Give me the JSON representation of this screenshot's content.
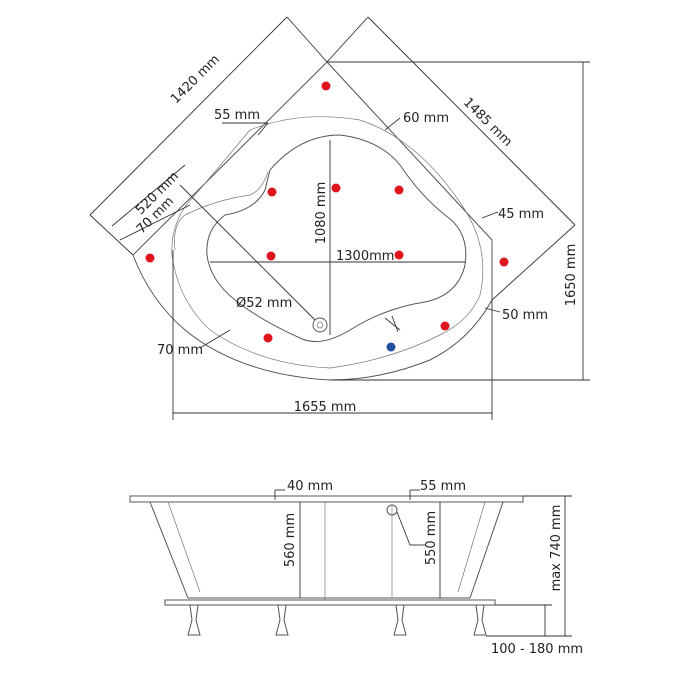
{
  "dimensions": {
    "top_view": {
      "d1420": "1420 mm",
      "d1485": "1485 mm",
      "d55": "55 mm",
      "d60": "60 mm",
      "d520": "520 mm",
      "d70a": "70 mm",
      "d45": "45 mm",
      "d1080": "1080 mm",
      "d1300": "1300mm",
      "d1650": "1650 mm",
      "d52": "Ø52 mm",
      "d50": "50 mm",
      "d70b": "70 mm",
      "d1655": "1655 mm"
    },
    "side_view": {
      "d40": "40 mm",
      "d55": "55 mm",
      "d560": "560 mm",
      "d550": "550 mm",
      "dmax740": "max 740 mm",
      "dlegs": "100 - 180 mm"
    }
  },
  "colors": {
    "jet": "#e0141c",
    "air": "#1f4e9c",
    "outline": "#555555"
  }
}
